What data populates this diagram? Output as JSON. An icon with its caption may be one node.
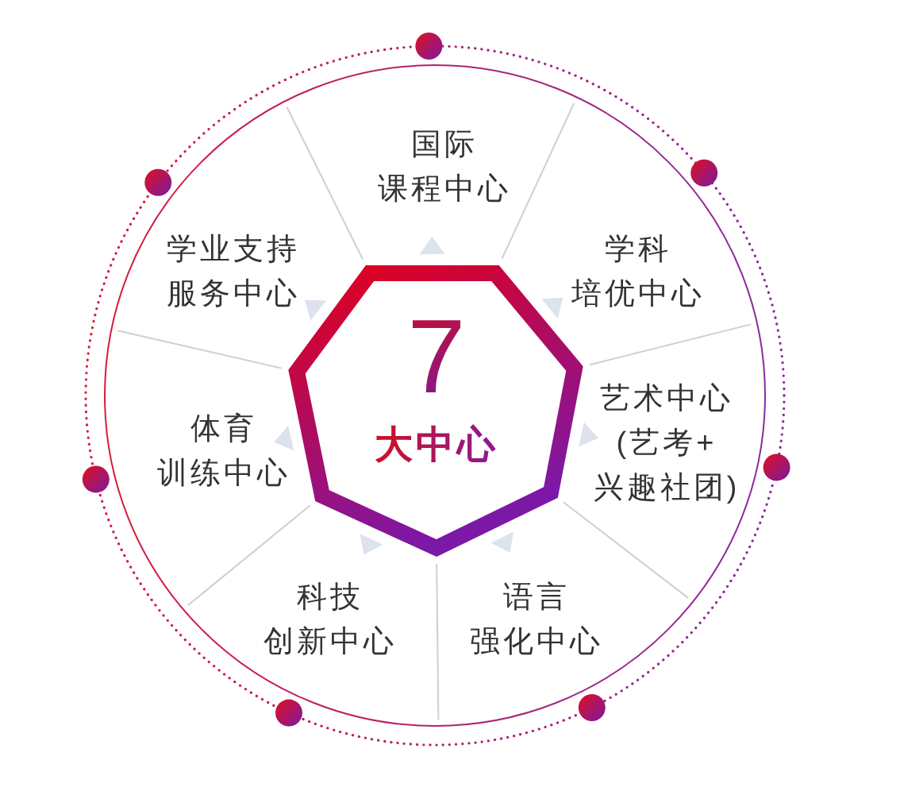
{
  "diagram": {
    "nodes": [
      {
        "text": [
          "7",
          "大中心"
        ]
      }
    ],
    "labels": [
      "国际课程中心",
      "学科培优中心",
      "艺术中心(艺考+兴趣社团)",
      "语言强化中心",
      "科技创新中心",
      "体育训练中心",
      "学业支持服务中心"
    ]
  }
}
